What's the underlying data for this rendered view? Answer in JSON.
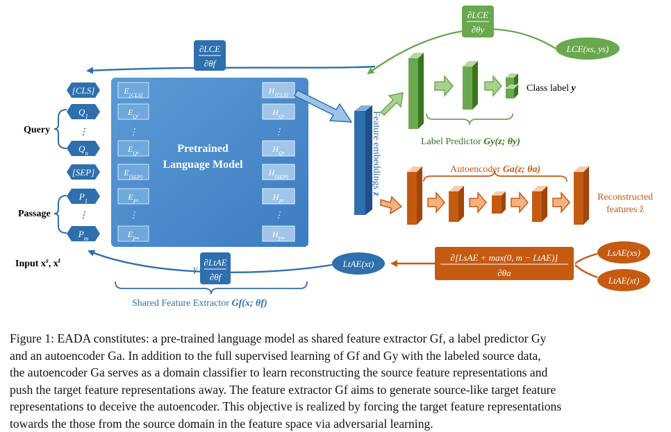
{
  "diagram": {
    "input_tokens": [
      "[CLS]",
      "Q",
      "⋮",
      "Q",
      "[SEP]",
      "P",
      "⋮",
      "P"
    ],
    "input_token_subs": [
      "",
      "1",
      "",
      "n",
      "",
      "1",
      "",
      "m"
    ],
    "embeddings": [
      "E",
      "E",
      "⋮",
      "E",
      "E",
      "E",
      "⋮",
      "E"
    ],
    "embedding_subs": [
      "[CLS]",
      "Q",
      "",
      "Q",
      "[SEP]",
      "P",
      "",
      "P"
    ],
    "embedding_subsubs": [
      "",
      "1",
      "",
      "n",
      "",
      "1",
      "",
      "m"
    ],
    "hidden": [
      "H",
      "H",
      "⋮",
      "H",
      "H",
      "H",
      "⋮",
      "H"
    ],
    "hidden_subs": [
      "[CLS]",
      "Q",
      "",
      "Q",
      "[SEP]",
      "P",
      "",
      "P"
    ],
    "hidden_subsubs": [
      "",
      "1",
      "",
      "n",
      "",
      "1",
      "",
      "m"
    ],
    "query_label": "Query",
    "passage_label": "Passage",
    "input_label": "Input x",
    "input_label_sup": "s",
    "input_label_rest": ", x",
    "input_label_sup2": "t",
    "plm_line1": "Pretrained",
    "plm_line2": "Language Model",
    "feature_embeddings_label": "Feature embeddings",
    "feature_embeddings_z": "z",
    "shared_extractor_text": "Shared Feature Extractor ",
    "shared_extractor_math": "Gf(x; θf)",
    "label_predictor_text": "Label Predictor ",
    "label_predictor_math": "Gy(z; θy)",
    "class_label_text": "Class label ",
    "class_label_y": "y",
    "autoencoder_text": "Autoencoder ",
    "autoencoder_math": "Ga(z; θa)",
    "reconstructed_line1": "Reconstructed",
    "reconstructed_line2": "features ẑ",
    "grad_ce_f_num": "∂LCE",
    "grad_ce_f_den": "∂θf",
    "grad_ce_y_num": "∂LCE",
    "grad_ce_y_den": "∂θy",
    "loss_ce": "LCE(xs, ys)",
    "grad_ae_num": "∂LtAE",
    "grad_ae_den": "∂θf",
    "grad_ae_gamma": "γ",
    "loss_ae_t_center": "LtAE(xt)",
    "grad_adv_num": "∂[LsAE + max(0, m − LtAE)]",
    "grad_adv_den": "∂θa",
    "loss_ae_s": "LsAE(xs)",
    "loss_ae_t": "LtAE(xt)",
    "colors": {
      "blue": "#2e6fad",
      "blue_box": "#4f91d1",
      "blue_dark": "#2158a0",
      "green": "#6aa84f",
      "green_dark": "#38761d",
      "orange": "#c55a11",
      "orange_light": "#e58b4b"
    }
  },
  "caption_lines": [
    "Figure 1: EADA constitutes: a pre-trained language model as shared feature extractor Gf, a label predictor Gy",
    "and an autoencoder Ga. In addition to the full supervised learning of Gf and Gy with the labeled source data,",
    "the autoencoder Ga serves as a domain classifier to learn reconstructing the source feature representations and",
    "push the target feature representations away. The feature extractor Gf aims to generate source-like target feature",
    "representations to deceive the autoencoder. This objective is realized by forcing the target feature representations",
    "towards the those from the source domain in the feature space via adversarial learning."
  ]
}
